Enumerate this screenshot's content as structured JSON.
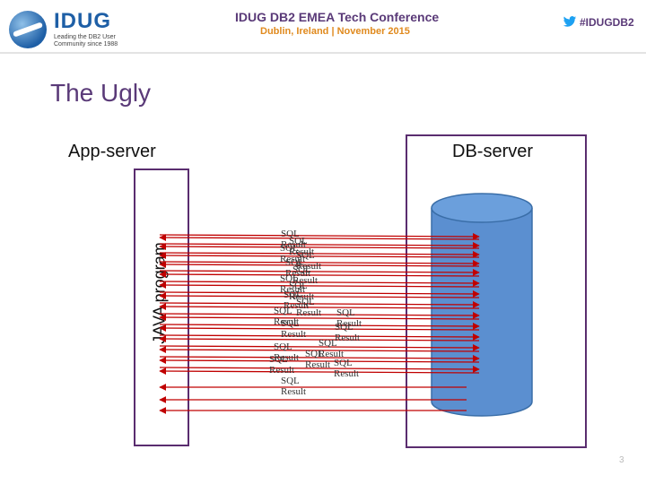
{
  "header": {
    "logo_name": "IDUG",
    "logo_tagline_1": "Leading the DB2 User",
    "logo_tagline_2": "Community since 1988",
    "conference_title": "IDUG DB2 EMEA Tech Conference",
    "conference_location": "Dublin, Ireland  |  November 2015",
    "hashtag": "#IDUGDB2"
  },
  "slide": {
    "title": "The Ugly",
    "page_number": "3"
  },
  "diagram": {
    "app_server_label": "App-server",
    "db_server_label": "DB-server",
    "java_program_label": "JAVA program",
    "request_label": "SQL",
    "response_label": "Result",
    "arrow_color": "#c00000",
    "box_border_color": "#5a2d6f",
    "database_color": "#5b8fd0",
    "database_outline": "#3a6ea8",
    "message_pairs": [
      {
        "request": "SQL",
        "response": "Result"
      },
      {
        "request": "SQL",
        "response": "Result"
      },
      {
        "request": "SQL",
        "response": "Result"
      },
      {
        "request": "SQL",
        "response": "Result"
      },
      {
        "request": "SQL",
        "response": "Result"
      },
      {
        "request": "SQL",
        "response": "Result"
      },
      {
        "request": "SQL",
        "response": "Result"
      },
      {
        "request": "SQL",
        "response": "Result"
      },
      {
        "request": "SQL",
        "response": "Result"
      },
      {
        "request": "SQL",
        "response": "Result"
      },
      {
        "request": "SQL",
        "response": "Result"
      },
      {
        "request": "SQL",
        "response": "Result"
      },
      {
        "request": "SQL",
        "response": "Result"
      },
      {
        "request": "SQL",
        "response": "Result"
      }
    ]
  }
}
